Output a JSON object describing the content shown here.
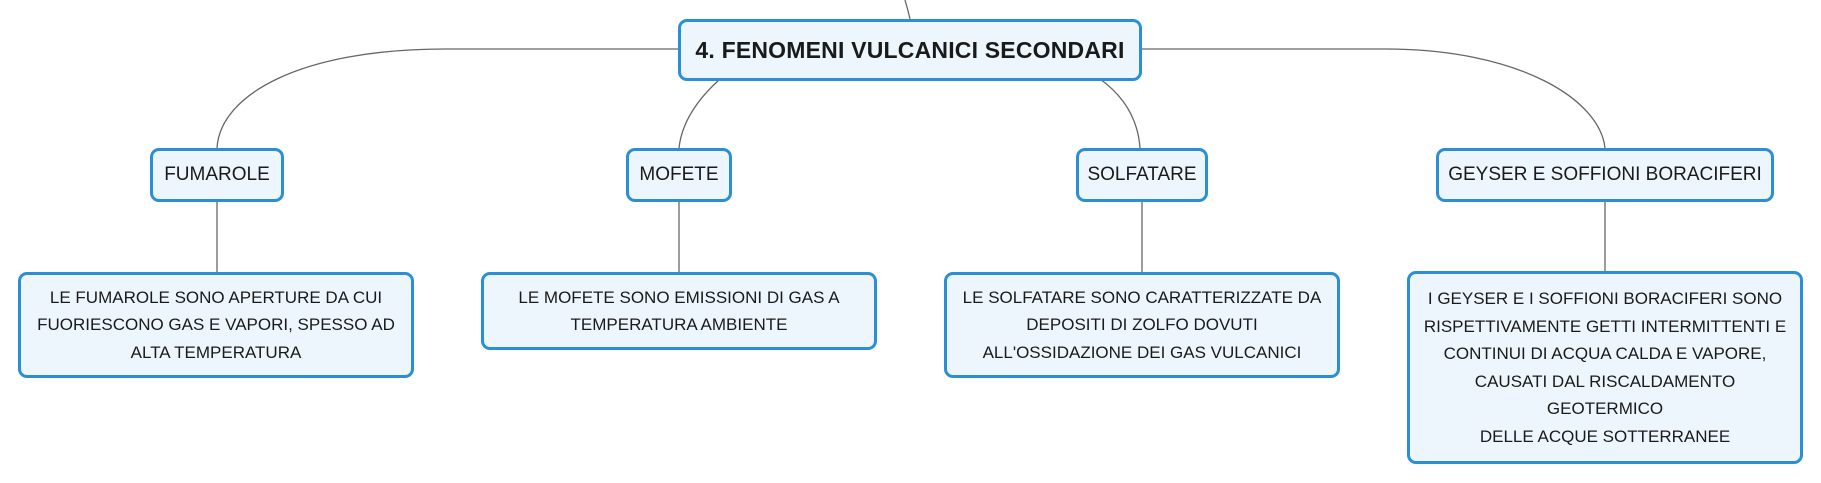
{
  "map": {
    "root": {
      "label": "4. FENOMENI VULCANICI SECONDARI"
    },
    "branches": [
      {
        "label": "FUMAROLE",
        "detail": [
          "LE FUMAROLE SONO APERTURE DA CUI",
          "FUORIESCONO GAS E VAPORI, SPESSO AD",
          "ALTA TEMPERATURA"
        ]
      },
      {
        "label": "MOFETE",
        "detail": [
          "LE MOFETE SONO EMISSIONI DI GAS A",
          "TEMPERATURA AMBIENTE"
        ]
      },
      {
        "label": "SOLFATARE",
        "detail": [
          "LE SOLFATARE SONO CARATTERIZZATE DA",
          "DEPOSITI DI ZOLFO DOVUTI",
          "ALL'OSSIDAZIONE DEI GAS VULCANICI"
        ]
      },
      {
        "label": "GEYSER E SOFFIONI BORACIFERI",
        "detail": [
          "I GEYSER E I SOFFIONI BORACIFERI SONO",
          "RISPETTIVAMENTE GETTI INTERMITTENTI E",
          "CONTINUI DI ACQUA CALDA E VAPORE,",
          "CAUSATI DAL RISCALDAMENTO GEOTERMICO",
          "DELLE ACQUE SOTTERRANEE"
        ]
      }
    ]
  },
  "colors": {
    "node_border": "#2b8fd6",
    "node_fill": "#edf6fd",
    "connector": "#666666"
  }
}
